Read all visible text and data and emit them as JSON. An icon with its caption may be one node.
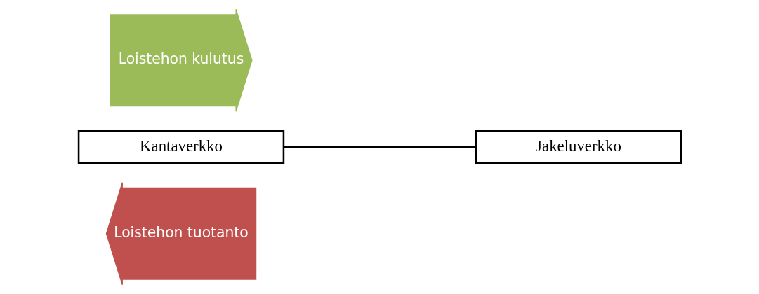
{
  "diagram": {
    "nodes": [
      {
        "text": [
          "Loistehon kulutus"
        ]
      },
      {
        "text": [
          "Kantaverkko"
        ]
      },
      {
        "text": [
          "Jakeluverkko"
        ]
      },
      {
        "text": [
          "Loistehon tuotanto"
        ]
      }
    ],
    "edges": [
      {
        "from": 1,
        "to": 2,
        "arrow": "none"
      }
    ]
  }
}
